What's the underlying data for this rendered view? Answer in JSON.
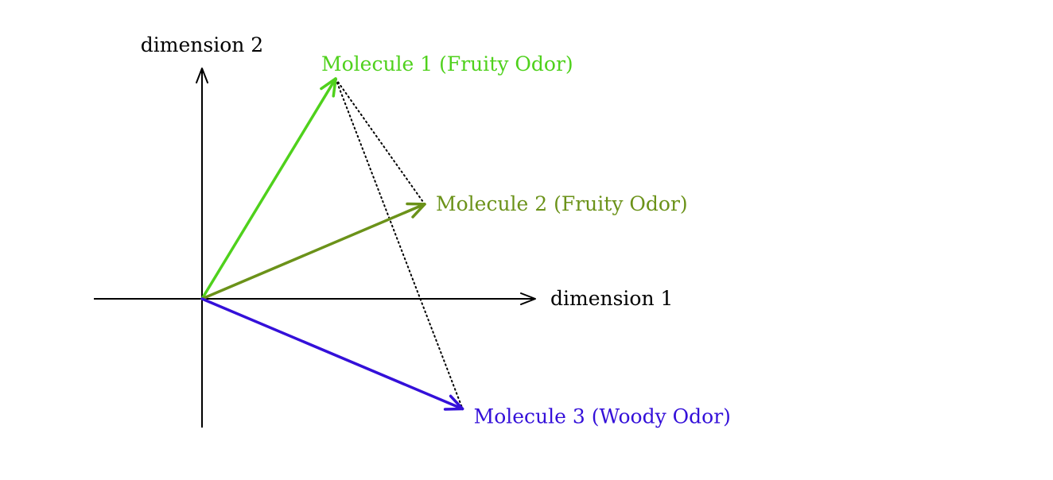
{
  "axes": {
    "x_label": "dimension 1",
    "y_label": "dimension 2"
  },
  "vectors": [
    {
      "label": "Molecule 1 (Fruity Odor)",
      "color": "#4fd11c",
      "dim1": 0.6,
      "dim2": 1.0
    },
    {
      "label": "Molecule 2 (Fruity Odor)",
      "color": "#6b9219",
      "dim1": 1.0,
      "dim2": 0.43
    },
    {
      "label": "Molecule 3 (Woody Odor)",
      "color": "#3410d9",
      "dim1": 1.17,
      "dim2": -0.5
    }
  ],
  "distance_lines": [
    {
      "from": 0,
      "to": 1
    },
    {
      "from": 0,
      "to": 2
    }
  ]
}
